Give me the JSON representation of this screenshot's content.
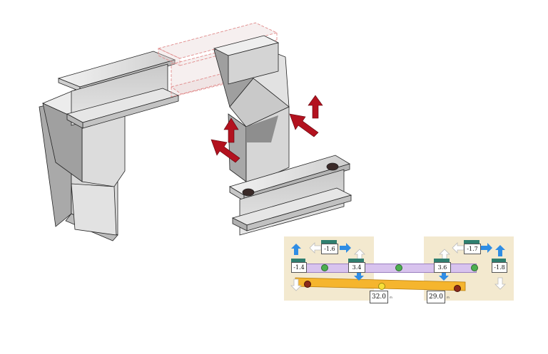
{
  "readouts": {
    "left_top": {
      "label": "",
      "value": "-1.6"
    },
    "left_side": {
      "label": "",
      "value": "-1.4"
    },
    "left_mid": {
      "label": "",
      "value": "3.4"
    },
    "right_top": {
      "label": "",
      "value": "-1.7"
    },
    "right_side": {
      "label": "",
      "value": "-1.8"
    },
    "right_mid": {
      "label": "",
      "value": "3.6"
    }
  },
  "measurements": [
    {
      "caption": "",
      "value": "32.0",
      "unit": "m"
    },
    {
      "caption": "",
      "value": "29.0",
      "unit": "m"
    }
  ],
  "colors": {
    "panel_bg": "#f3e9cf",
    "upper_bar": "#d8c3ee",
    "lower_bar": "#f5b52e",
    "arrow_blue": "#2f8de4",
    "arrow_red": "#b3121f",
    "marker_green": "#4caf50",
    "marker_red": "#8b2a1a",
    "marker_yellow": "#f7e03a",
    "steel": "#d9d9d9",
    "ghost_outline": "#e08a8a"
  },
  "icons": [
    "arrow-up-icon",
    "arrow-down-icon",
    "arrow-left-icon",
    "arrow-right-icon",
    "bolt-icon"
  ]
}
